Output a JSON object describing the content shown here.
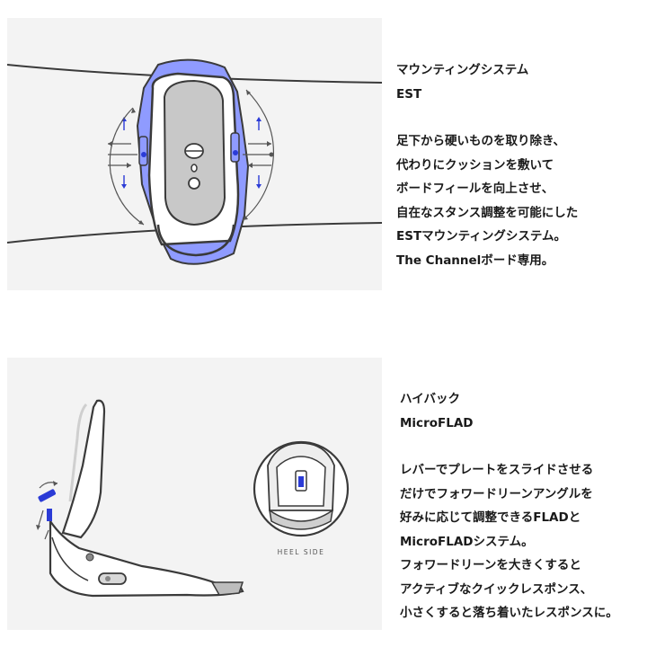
{
  "est": {
    "title": "マウンティングシステム",
    "subtitle": "EST",
    "lines": [
      "足下から硬いものを取り除き、",
      "代わりにクッションを敷いて",
      "ボードフィールを向上させ、",
      "自在なスタンス調整を可能にした",
      "ESTマウンティングシステム。",
      "The Channelボード専用。"
    ]
  },
  "flad": {
    "title": "ハイバック",
    "subtitle": "MicroFLAD",
    "heel_label": "HEEL SIDE",
    "lines": [
      "レバーでプレートをスライドさせる",
      "だけでフォワードリーンアングルを",
      "好みに応じて調整できるFLADと",
      "MicroFLADシステム。",
      "フォワードリーンを大きくすると",
      "アクティブなクイックレスポンス、",
      "小さくすると落ち着いたレスポンスに。"
    ]
  },
  "colors": {
    "panel_bg": "#f3f3f3",
    "accent_blue": "#8f9bff",
    "deep_blue": "#2b3bd6",
    "outline": "#3a3a3a"
  }
}
